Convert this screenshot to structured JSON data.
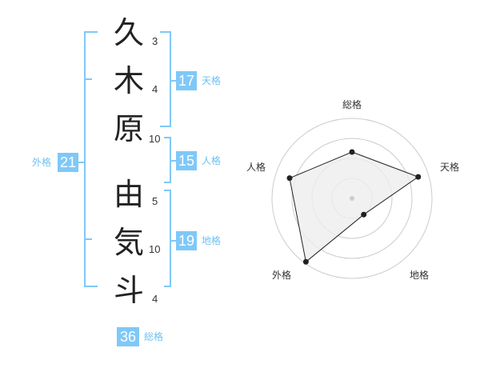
{
  "name": {
    "chars": [
      {
        "kanji": "久",
        "strokes": "3"
      },
      {
        "kanji": "木",
        "strokes": "4"
      },
      {
        "kanji": "原",
        "strokes": "10"
      },
      {
        "kanji": "由",
        "strokes": "5"
      },
      {
        "kanji": "気",
        "strokes": "10"
      },
      {
        "kanji": "斗",
        "strokes": "4"
      }
    ]
  },
  "kaku": {
    "tenkaku": {
      "value": "17",
      "label": "天格"
    },
    "jinkaku": {
      "value": "15",
      "label": "人格"
    },
    "chikaku": {
      "value": "19",
      "label": "地格"
    },
    "gaikaku": {
      "value": "21",
      "label": "外格"
    },
    "soukaku": {
      "value": "36",
      "label": "総格"
    }
  },
  "radar": {
    "labels": {
      "sou": "総格",
      "ten": "天格",
      "chi": "地格",
      "gai": "外格",
      "jin": "人格"
    },
    "levels": 4,
    "values": {
      "sou": 0.58,
      "ten": 0.87,
      "chi": 0.25,
      "gai": 0.98,
      "jin": 0.82
    }
  },
  "colors": {
    "accent": "#7fc8f8",
    "accent_text": "#6fc0f0",
    "bracket": "#7fc8f8",
    "ring": "#cccccc",
    "fill": "#eeeeee",
    "line": "#222222"
  }
}
